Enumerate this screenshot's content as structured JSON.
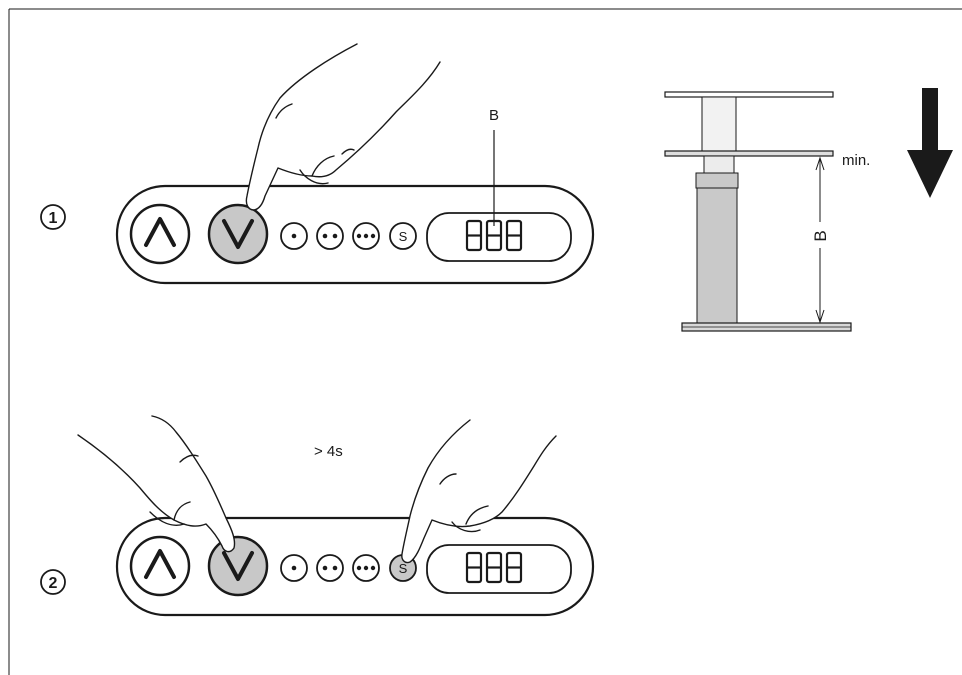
{
  "steps": [
    {
      "number": "1",
      "display_text": "888",
      "memory_button": "S",
      "callout_label": "B"
    },
    {
      "number": "2",
      "display_text": "888",
      "memory_button": "S",
      "hold_duration": "> 4s"
    }
  ],
  "table_illustration": {
    "direction_label": "min.",
    "dimension_label": "B"
  },
  "icons": {
    "up": "chevron-up-icon",
    "down": "chevron-down-icon",
    "memory1": "one-dot-icon",
    "memory2": "two-dots-icon",
    "memory3": "three-dots-icon",
    "arrow": "down-arrow-icon",
    "hand": "pointing-hand-icon"
  },
  "colors": {
    "pressed_button": "#c8c8c8",
    "line": "#1a1a1a",
    "column_fill": "#c9c9c9"
  }
}
